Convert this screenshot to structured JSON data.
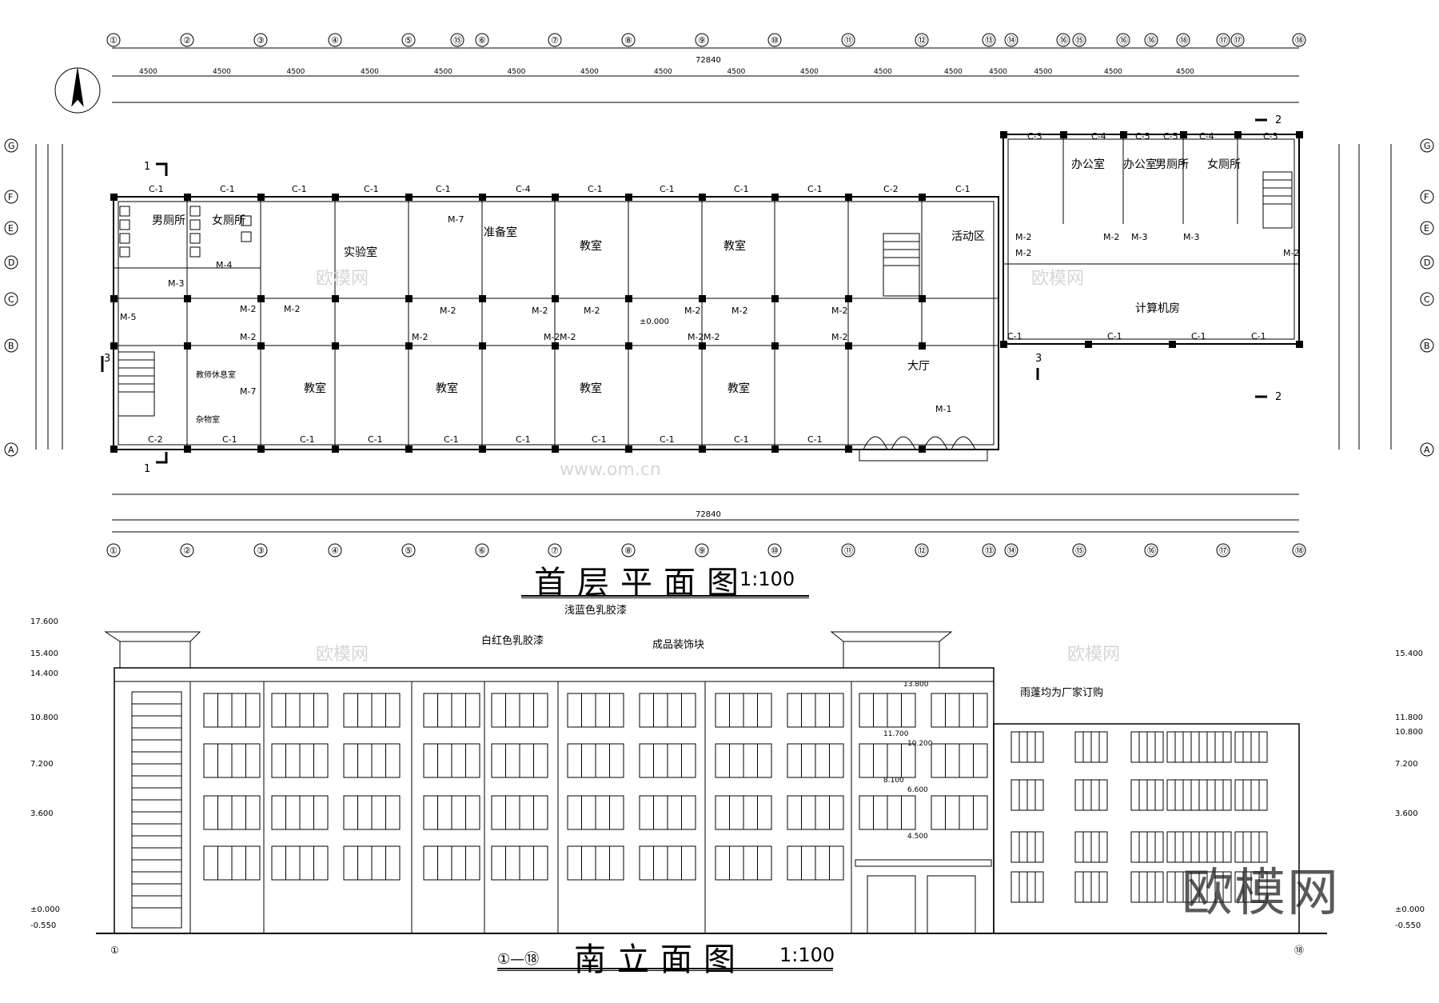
{
  "plan": {
    "title": "首层平面图",
    "scale": "1:100",
    "axes_top": [
      "①",
      "②",
      "③",
      "④",
      "⑤",
      "⑮",
      "⑥",
      "⑦",
      "⑧",
      "⑨",
      "⑩",
      "⑪",
      "⑫",
      "⑬",
      "⑭",
      "⑯",
      "⑮",
      "⑯",
      "⑯",
      "⑱",
      "⑰",
      "⑰",
      "⑱"
    ],
    "axes_bottom": [
      "①",
      "②",
      "③",
      "④",
      "⑤",
      "⑥",
      "⑦",
      "⑧",
      "⑨",
      "⑩",
      "⑪",
      "⑫",
      "⑬",
      "⑭",
      "⑮",
      "⑯",
      "⑰",
      "⑱"
    ],
    "axes_left": [
      "G",
      "F",
      "E",
      "D",
      "C",
      "B",
      "A"
    ],
    "overall_dim": "72840",
    "top_dims": [
      "4500",
      "4500",
      "4500",
      "4500",
      "4500",
      "4500",
      "4500",
      "4500",
      "4500",
      "4500",
      "4500",
      "4500",
      "4500",
      "4500",
      "4500",
      "4500"
    ],
    "rooms": [
      {
        "label": "男厕所"
      },
      {
        "label": "女厕所"
      },
      {
        "label": "实验室"
      },
      {
        "label": "准备室"
      },
      {
        "label": "教室"
      },
      {
        "label": "教室"
      },
      {
        "label": "活动区"
      },
      {
        "label": "办公室"
      },
      {
        "label": "办公室"
      },
      {
        "label": "男厕所"
      },
      {
        "label": "女厕所"
      },
      {
        "label": "计算机房"
      },
      {
        "label": "教师休息室"
      },
      {
        "label": "杂物室"
      },
      {
        "label": "教室"
      },
      {
        "label": "教室"
      },
      {
        "label": "教室"
      },
      {
        "label": "教室"
      },
      {
        "label": "大厅"
      }
    ],
    "window_tags": [
      "C-1",
      "C-2",
      "C-3",
      "C-4",
      "C-5"
    ],
    "door_tags": [
      "M-1",
      "M-2",
      "M-3",
      "M-4",
      "M-5",
      "M-7"
    ],
    "floor_level": "±0.000",
    "section_marks": [
      "1",
      "1",
      "2",
      "2",
      "3",
      "3"
    ]
  },
  "elevation": {
    "title": "南立面图",
    "axes_label": "①—⑱",
    "scale": "1:100",
    "notes": [
      "浅蓝色乳胶漆",
      "白红色乳胶漆",
      "成品装饰块",
      "雨蓬均为厂家订购"
    ],
    "levels_left": [
      "17.600",
      "15.400",
      "14.400",
      "10.800",
      "7.200",
      "3.600",
      "±0.000",
      "-0.550"
    ],
    "levels_right": [
      "15.400",
      "11.800",
      "10.800",
      "7.200",
      "3.600",
      "±0.000",
      "-0.550"
    ],
    "levels_mid": [
      "13.800",
      "11.700",
      "10.200",
      "8.100",
      "6.600",
      "4.500"
    ],
    "axis_start": "①",
    "axis_end": "⑱"
  },
  "watermarks": [
    "欧模网",
    "www.om.cn"
  ],
  "brand": "欧模网"
}
